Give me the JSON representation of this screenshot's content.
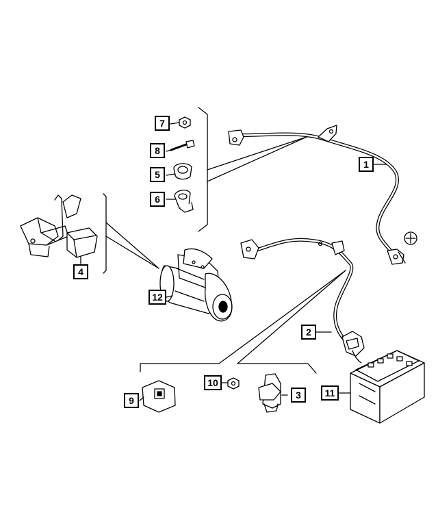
{
  "diagram": {
    "callouts": [
      {
        "id": "c1",
        "label": "1"
      },
      {
        "id": "c2",
        "label": "2"
      },
      {
        "id": "c3",
        "label": "3"
      },
      {
        "id": "c4",
        "label": "4"
      },
      {
        "id": "c5",
        "label": "5"
      },
      {
        "id": "c6",
        "label": "6"
      },
      {
        "id": "c7",
        "label": "7"
      },
      {
        "id": "c8",
        "label": "8"
      },
      {
        "id": "c9",
        "label": "9"
      },
      {
        "id": "c10",
        "label": "10"
      },
      {
        "id": "c11",
        "label": "11"
      },
      {
        "id": "c12",
        "label": "12"
      }
    ],
    "colors": {
      "ink": "#000000",
      "background": "#ffffff"
    }
  }
}
